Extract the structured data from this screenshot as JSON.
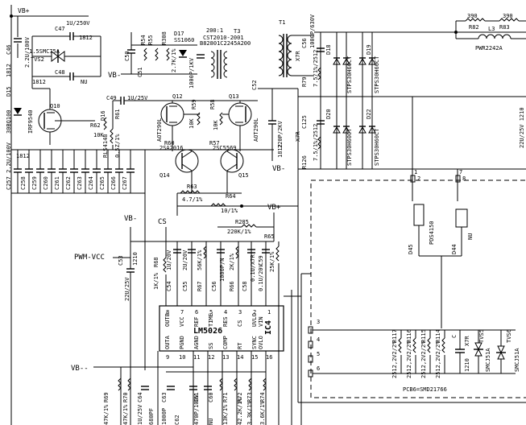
{
  "nets": {
    "vb_plus_top": "VB+",
    "vb_minus_mid": "VB-",
    "vb_minus_right": "VB-",
    "vb_minus_bottom": "VB--",
    "vb_plus_ic": "VB+",
    "vb_minus_ic": "VB-",
    "cs": "CS",
    "pwm_vcc": "PWM-VCC"
  },
  "left_block": {
    "c46": "C46",
    "c46_val": "2.2U/100V",
    "c46_pkg": "1812",
    "d15": "D15",
    "d15_val": "30BQ100",
    "c47": "C47",
    "c47_val": "1U/250V",
    "c47_pkg": "1812",
    "tvs2": "TVS2",
    "tvs2_val": "1.5SMC75A",
    "c48": "C48",
    "c48_pkg": "1812",
    "c48_val": "NU",
    "q10": "Q10",
    "q10_val": "IRF9540",
    "r62": "R62",
    "r62_val": "10K",
    "d16": "D16",
    "d16_val": "RLS4148",
    "r61": "R61",
    "r61_val": "0.5Z/1%",
    "cap_bank": [
      "C257 2.2U/100V",
      "C258",
      "C259",
      "C260",
      "C261",
      "C262",
      "C263",
      "C264",
      "C265",
      "C266",
      "C267"
    ],
    "cap_pkg": "1812"
  },
  "driver_block": {
    "c50": "C50",
    "r54": "R54",
    "r55": "R55",
    "r308": "R308",
    "r308_val": "2.7K/1%",
    "d17": "D17",
    "d17_val": "SS1060",
    "c51": "C51",
    "cap_1000p": "1000P/1KV",
    "t3": "T3",
    "t3_val": "CST2010-2001",
    "t3_code": "200:1",
    "t3_ref": "B82801C2245A200",
    "c49": "C49",
    "c49_val": "1U/25V",
    "q12": "Q12",
    "q12_val": "AOT290L",
    "q13": "Q13",
    "q13_val": "AOT290L",
    "r59": "R59",
    "r60": "R60",
    "r60_val": "10K",
    "r58": "R58",
    "r57": "R57",
    "r57_val": "10K",
    "q14": "Q14",
    "q14_val": "2SA2016",
    "q15": "Q15",
    "q15_val": "2SC5569",
    "r63": "R63",
    "r63_val": "4.7/1%",
    "r64": "R64",
    "r64_val": "10/1%",
    "c52": "C52",
    "c52_val": "220P/2KV",
    "c52_pkg": "1812"
  },
  "output_block": {
    "t1": "T1",
    "c56": "C56",
    "c56_val": "1000P/630V",
    "x7r": "X7R",
    "r79": "R79",
    "r79_val": "7.5/1%/2512",
    "d18": "D18",
    "d19": "D19",
    "d20": "D20",
    "d22": "D22",
    "diode_val": "STPS30H60CT",
    "c125": "C125",
    "r126": "R126",
    "r126_val": "7.5/1%/2512",
    "r82": "R82",
    "r82_val": "390",
    "r83": "R83",
    "r83_val": "390",
    "l3": "L3",
    "l3_val": "PWR2242A",
    "edge_val": "22U/25V 1210"
  },
  "pcb_block": {
    "pin1": "1",
    "pin2": "2",
    "pin7": "7",
    "pin8": "8",
    "pin3": "3",
    "pin4": "4",
    "pin5": "5",
    "pin6": "6",
    "d45": "D45",
    "d45_val": "PDS4150",
    "d44": "D44",
    "d44_val": "NU",
    "r117": "R117",
    "r116": "R116",
    "r115": "R115",
    "r114": "R114",
    "res_val": "2512,2V2/2%",
    "c": "C",
    "c_val": "1210",
    "x7r": "X7R",
    "tvs5": "TVS5",
    "tvs5_val": "SMCJ51A",
    "tvs6": "TVS6",
    "tvs6_val": "SMCJ51A",
    "pcb_label": "PCB6=SMD21766"
  },
  "controller": {
    "ic_name": "LM5026",
    "ic_ref": "IC4",
    "top_pins": [
      "OUTB",
      "VCC",
      "REF",
      "TIME",
      "RES",
      "CS",
      "UVLO",
      "VIN"
    ],
    "top_nums": [
      "8",
      "7",
      "6",
      "5",
      "4",
      "3",
      "2",
      "1"
    ],
    "bot_pins": [
      "OUTA",
      "PGND",
      "AGND",
      "SS",
      "COMP",
      "RT",
      "SYNC",
      "OVLO"
    ],
    "bot_nums": [
      "9",
      "10",
      "11",
      "12",
      "13",
      "14",
      "15",
      "16"
    ],
    "c53": "C53",
    "c53_val": "22U/25V",
    "c53_pkg": "1210",
    "r68": "R68",
    "r68_val": "1K/1%",
    "c54": "C54",
    "c54_val": "1U/20V",
    "c55": "C55",
    "c55_val": "2U/20V",
    "r67": "R67",
    "r67_val": "56K/1%",
    "c56b": "C56",
    "c56b_val": "1000P/N",
    "r66": "R66",
    "r66_val": "2K/1%",
    "c58": "C58",
    "c58_val": "0.1U/X7R",
    "c59": "C59",
    "c59_val": "0.1U/20V",
    "r65": "R65",
    "r65_val": "25K/1%",
    "r285": "R285",
    "r285_val": "220K/1%"
  },
  "bottom_row": {
    "r69": "R69",
    "r69_val": "47K/1%",
    "r70": "R70",
    "r70_val": "47K/1%",
    "c64": "C64",
    "c64_val": "1U/25V",
    "c62": "C62",
    "c62_val": "680PF",
    "c63": "C63",
    "c63_val": "1000P",
    "c61": "C61",
    "c61_val": "470P/100V",
    "c60": "C60",
    "c60_val": "NU",
    "r71": "R71",
    "r71_val": "13K/1%",
    "r72": "R72",
    "r72_val": "42.2K/1%",
    "r73": "R73",
    "r73_val": "3.3K/1%",
    "r74": "R74",
    "r74_val": "3.6K/1%"
  }
}
